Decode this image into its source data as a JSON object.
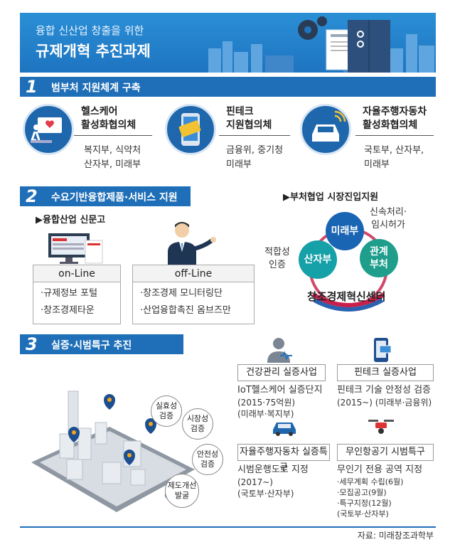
{
  "header": {
    "subtitle": "융합 신산업 창출을 위한",
    "title": "규제개혁 추진과제"
  },
  "section1": {
    "num": "1",
    "title": "범부처 지원체계 구축",
    "items": [
      {
        "name_line1": "헬스케어",
        "name_line2": "활성화협의체",
        "list_line1": "복지부, 식약처",
        "list_line2": "산자부, 미래부"
      },
      {
        "name_line1": "핀테크",
        "name_line2": "지원협의체",
        "list_line1": "금융위, 중기청",
        "list_line2": "미래부"
      },
      {
        "name_line1": "자율주행자동차",
        "name_line2": "활성화협의체",
        "list_line1": "국토부, 산자부,",
        "list_line2": "미래부"
      }
    ]
  },
  "section2": {
    "num": "2",
    "title": "수요기반융합제품·서비스 지원",
    "left_heading": "▶융합산업 신문고",
    "online": {
      "head": "on-Line",
      "items": [
        "·규제정보 포털",
        "·창조경제타운"
      ]
    },
    "offline": {
      "head": "off-Line",
      "items": [
        "·창조경제 모니터링단",
        "·산업융합촉진 옴브즈만"
      ]
    },
    "right_heading": "▶부처협업 시장진입지원",
    "bubbles": {
      "b1": "미래부",
      "b2_line1": "관계",
      "b2_line2": "부처",
      "b3": "산자부"
    },
    "note_right_line1": "신속처리·",
    "note_right_line2": "임시허가",
    "note_left_line1": "적합성",
    "note_left_line2": "인증",
    "center": "창조경제혁신센터"
  },
  "section3": {
    "num": "3",
    "title": "실증·시범특구 추진",
    "map_bubbles": [
      {
        "l1": "실효성",
        "l2": "검증"
      },
      {
        "l1": "시장성",
        "l2": "검증"
      },
      {
        "l1": "안전성",
        "l2": "검증"
      },
      {
        "l1": "제도개선",
        "l2": "발굴"
      }
    ],
    "projects": [
      {
        "tag": "건강관리 실증사업",
        "lines": [
          "IoT헬스케어 실증단지",
          "(2015·75억원)",
          "(미래부·복지부)"
        ]
      },
      {
        "tag": "핀테크 실증사업",
        "lines": [
          "핀테크 기술 안정성 검증",
          "(2015~) (미래부·금융위)"
        ]
      },
      {
        "tag": "자율주행자동차 실증특구",
        "lines": [
          "시범운행도로 지정",
          "(2017~)",
          "(국토부·산자부)"
        ]
      },
      {
        "tag": "무인항공기 시범특구",
        "lines": [
          "무인기 전용 공역 지정",
          "·세무계획 수립(6월)",
          "·모집공고(9월)",
          "·특구지정(12월)",
          "(국토부·산자부)"
        ]
      }
    ]
  },
  "source": "자료: 미래창조과학부"
}
